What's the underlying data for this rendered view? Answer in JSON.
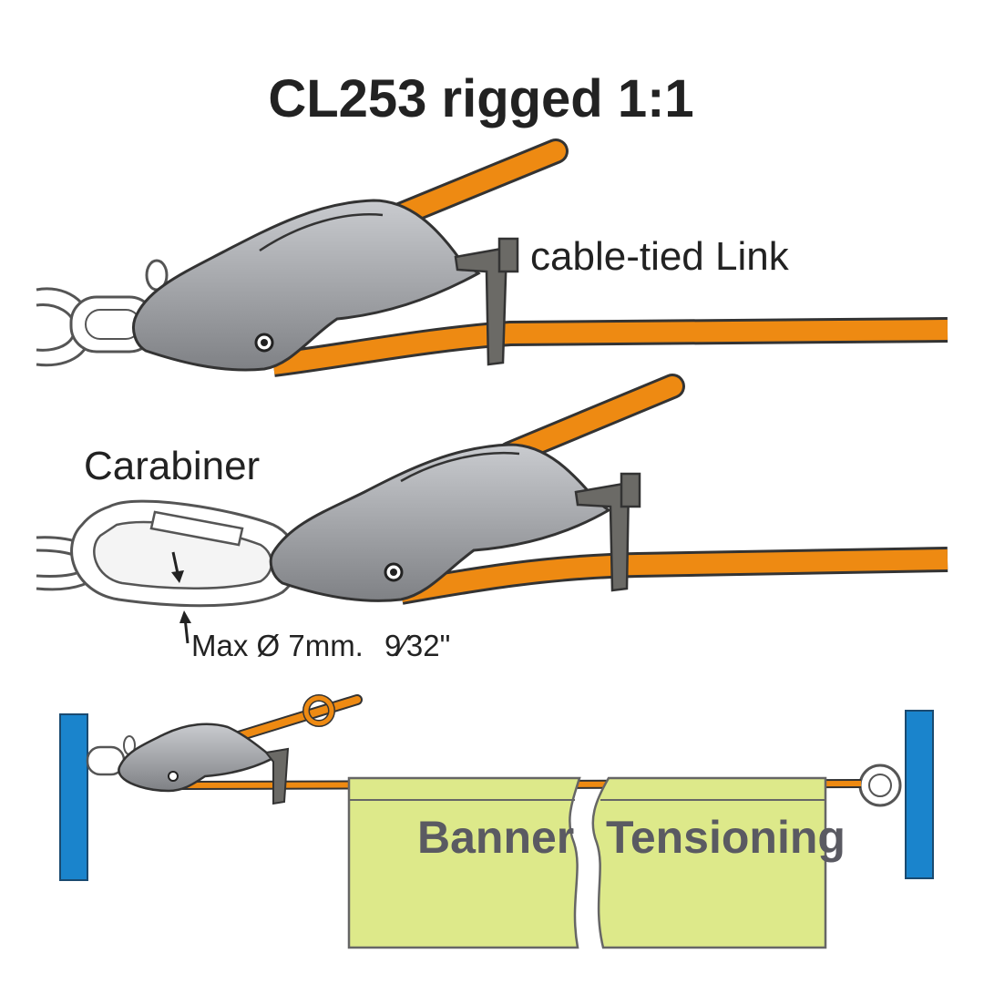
{
  "title": "CL253 rigged 1:1",
  "labels": {
    "cable_tied_link": "cable-tied Link",
    "carabiner": "Carabiner",
    "max_diameter": "Max Ø 7mm.",
    "max_diameter_fraction": "9⁄32\""
  },
  "banner": {
    "left_word": "Banner",
    "right_word": "Tensioning"
  },
  "colors": {
    "rope": "#ee8a12",
    "cleat": "#8c8e92",
    "cleat_light": "#b8babe",
    "tie": "#6b6a66",
    "post": "#1a84cc",
    "banner": "#dde98a"
  }
}
